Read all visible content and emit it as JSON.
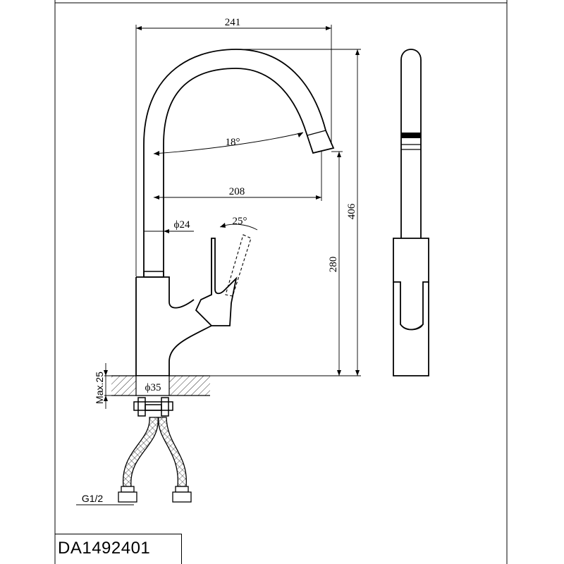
{
  "drawing": {
    "model_code": "DA1492401",
    "dimensions": {
      "overall_width": "241",
      "spout_reach": "208",
      "total_height": "406",
      "spout_outlet_height": "280",
      "spout_angle": "18°",
      "lever_angle": "25°",
      "spout_diameter": "ϕ24",
      "base_diameter": "ϕ35",
      "max_deck_thickness": "Max.25",
      "hose_thread": "G1/2"
    }
  }
}
